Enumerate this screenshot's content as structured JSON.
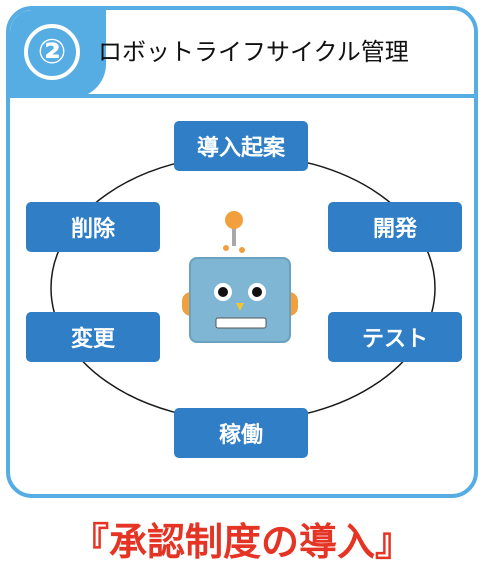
{
  "header": {
    "step_number": "②",
    "title": "ロボットライフサイクル管理"
  },
  "cycle": {
    "nodes": [
      {
        "key": "proposal",
        "label": "導入起案"
      },
      {
        "key": "development",
        "label": "開発"
      },
      {
        "key": "test",
        "label": "テスト"
      },
      {
        "key": "operation",
        "label": "稼働"
      },
      {
        "key": "change",
        "label": "変更"
      },
      {
        "key": "deletion",
        "label": "削除"
      }
    ]
  },
  "footer": {
    "title": "『承認制度の導入』"
  },
  "colors": {
    "accent_blue": "#56ade4",
    "node_blue": "#2f7ec6",
    "footer_red": "#e53324",
    "robot_face": "#7fb6d4",
    "robot_ear": "#f2a03d"
  }
}
